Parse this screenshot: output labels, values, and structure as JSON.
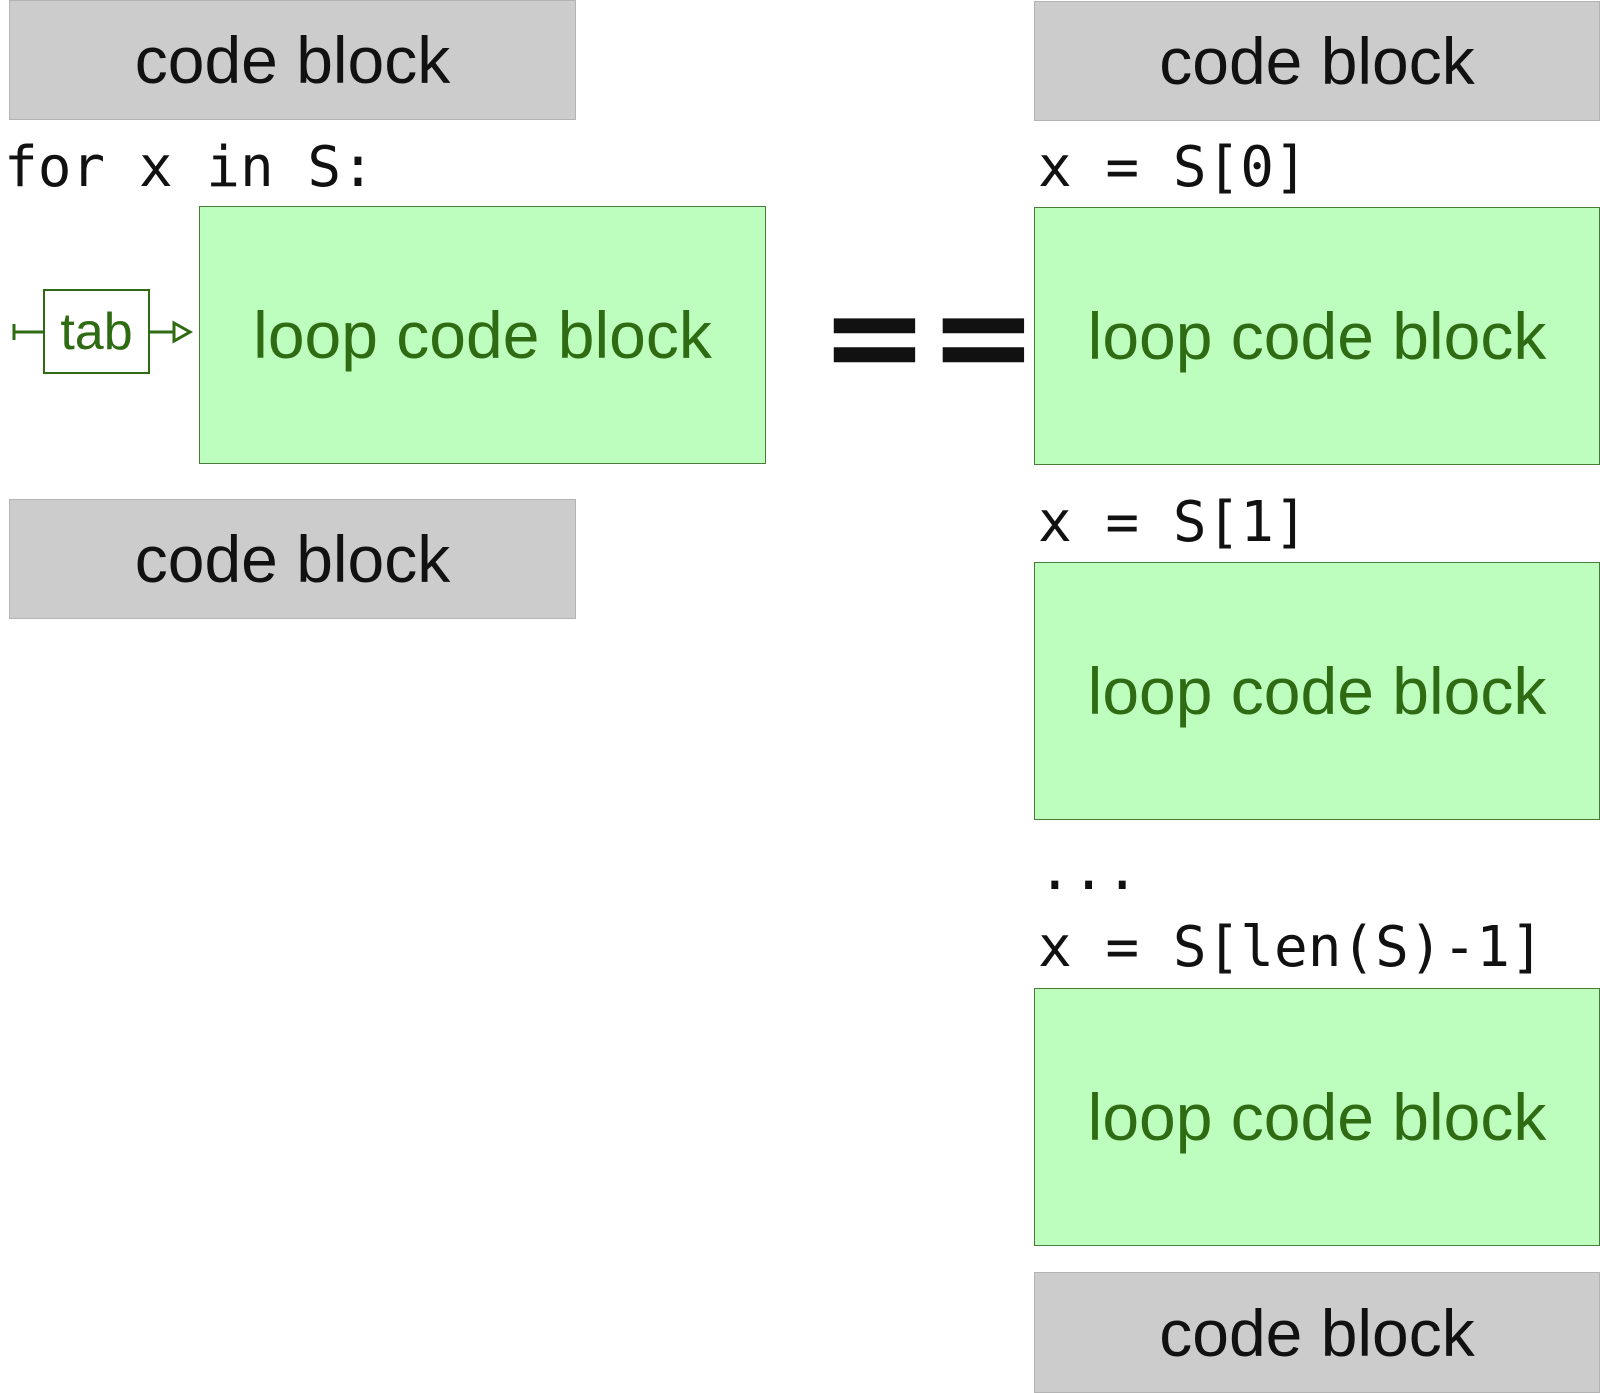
{
  "left": {
    "top_block": "code block",
    "loop_header": "for x in S:",
    "tab_label": "tab",
    "loop_block": "loop code block",
    "bottom_block": "code block"
  },
  "equals": "==",
  "right": {
    "top_block": "code block",
    "iterations": [
      {
        "assign": "x = S[0]",
        "block": "loop code block"
      },
      {
        "assign": "x = S[1]",
        "block": "loop code block"
      },
      {
        "assign": "x = S[len(S)-1]",
        "block": "loop code block"
      }
    ],
    "ellipsis": "...",
    "bottom_block": "code block"
  },
  "colors": {
    "code_block_fill": "#cccccc",
    "loop_block_fill": "#bdfdbd",
    "loop_text": "#2e6b12"
  }
}
